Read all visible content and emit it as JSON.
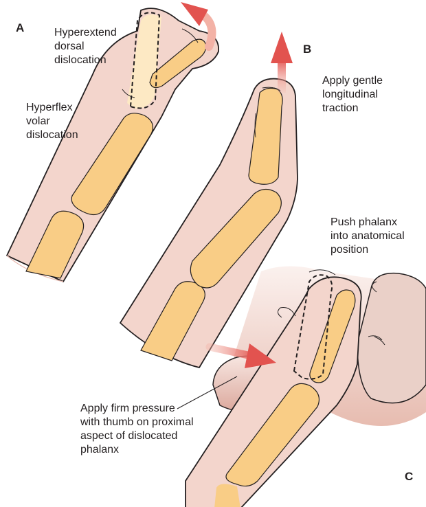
{
  "panels": {
    "a": {
      "letter": "A"
    },
    "b": {
      "letter": "B"
    },
    "c": {
      "letter": "C"
    }
  },
  "annotations": {
    "hyperextend": {
      "lines": [
        "Hyperextend",
        "dorsal",
        "dislocation"
      ]
    },
    "hyperflex": {
      "lines": [
        "Hyperflex",
        "volar",
        "dislocation"
      ]
    },
    "traction": {
      "lines": [
        "Apply gentle",
        "longitudinal",
        "traction"
      ]
    },
    "push": {
      "lines": [
        "Push phalanx",
        "into anatomical",
        "position"
      ]
    },
    "pressure": {
      "lines": [
        "Apply firm pressure",
        "with thumb on proximal",
        "aspect of dislocated",
        "phalanx"
      ]
    }
  },
  "colors": {
    "skin": "#f3d5cc",
    "skin_dark": "#e9b9ae",
    "bone": "#f9cd86",
    "bone_light": "#fde9c4",
    "outline": "#231f20",
    "arrow": "#e2534f",
    "thumb": "#dfb3a8",
    "text": "#231f20"
  }
}
